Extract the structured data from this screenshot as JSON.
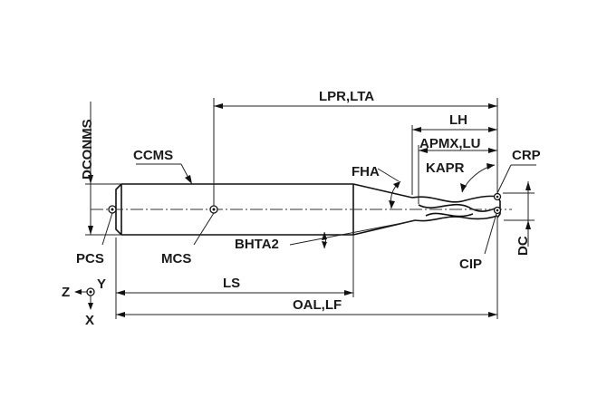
{
  "labels": {
    "lpr_lta": "LPR,LTA",
    "lh": "LH",
    "apmx_lu": "APMX,LU",
    "kapr": "KAPR",
    "crp": "CRP",
    "fha": "FHA",
    "ccms": "CCMS",
    "dconms": "DCONMS",
    "pcs": "PCS",
    "mcs": "MCS",
    "bhta2": "BHTA2",
    "cip": "CIP",
    "dc": "DC",
    "ls": "LS",
    "oal_lf": "OAL,LF",
    "axis_z": "Z",
    "axis_y": "Y",
    "axis_x": "X"
  }
}
